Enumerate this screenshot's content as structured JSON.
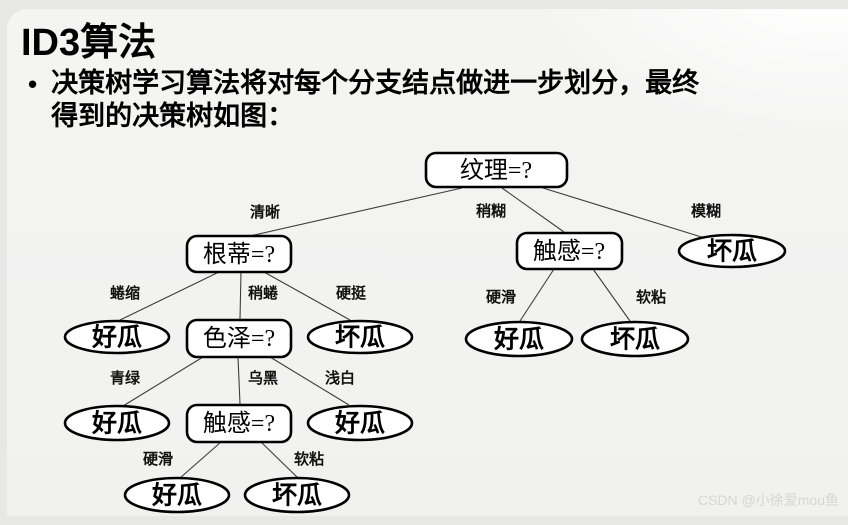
{
  "slide": {
    "title": "ID3算法",
    "bullet": {
      "marker": "•",
      "line1": "决策树学习算法将对每个分支结点做进一步划分，最终",
      "line2": "得到的决策树如图："
    },
    "watermark": "CSDN @小徐爱mou鱼"
  },
  "colors": {
    "background": "#f1f1f0",
    "outer_corner": "#e7e7e5",
    "text": "#000000",
    "node_fill": "#ffffff",
    "node_stroke": "#000000",
    "edge_stroke": "#3d3d3d",
    "watermark": "#d5d5d2"
  },
  "tree": {
    "nodes": [
      {
        "id": "texture",
        "type": "decision",
        "label": "纹理=?"
      },
      {
        "id": "root-stem",
        "type": "decision",
        "label": "根蒂=?"
      },
      {
        "id": "touch-right",
        "type": "decision",
        "label": "触感=?"
      },
      {
        "id": "bad-blur",
        "type": "leaf",
        "label": "坏瓜"
      },
      {
        "id": "good-curl",
        "type": "leaf",
        "label": "好瓜"
      },
      {
        "id": "color",
        "type": "decision",
        "label": "色泽=?"
      },
      {
        "id": "bad-stiff",
        "type": "leaf",
        "label": "坏瓜"
      },
      {
        "id": "good-hardsmooth-r",
        "type": "leaf",
        "label": "好瓜"
      },
      {
        "id": "bad-softsticky-r",
        "type": "leaf",
        "label": "坏瓜"
      },
      {
        "id": "good-green",
        "type": "leaf",
        "label": "好瓜"
      },
      {
        "id": "touch-left",
        "type": "decision",
        "label": "触感=?"
      },
      {
        "id": "good-lightwhite",
        "type": "leaf",
        "label": "好瓜"
      },
      {
        "id": "good-hardsmooth-b",
        "type": "leaf",
        "label": "好瓜"
      },
      {
        "id": "bad-softsticky-b",
        "type": "leaf",
        "label": "坏瓜"
      }
    ],
    "edges": [
      {
        "from": "texture",
        "to": "root-stem",
        "label": "清晰"
      },
      {
        "from": "texture",
        "to": "touch-right",
        "label": "稍糊"
      },
      {
        "from": "texture",
        "to": "bad-blur",
        "label": "模糊"
      },
      {
        "from": "root-stem",
        "to": "good-curl",
        "label": "蜷缩"
      },
      {
        "from": "root-stem",
        "to": "color",
        "label": "稍蜷"
      },
      {
        "from": "root-stem",
        "to": "bad-stiff",
        "label": "硬挺"
      },
      {
        "from": "touch-right",
        "to": "good-hardsmooth-r",
        "label": "硬滑"
      },
      {
        "from": "touch-right",
        "to": "bad-softsticky-r",
        "label": "软粘"
      },
      {
        "from": "color",
        "to": "good-green",
        "label": "青绿"
      },
      {
        "from": "color",
        "to": "touch-left",
        "label": "乌黑"
      },
      {
        "from": "color",
        "to": "good-lightwhite",
        "label": "浅白"
      },
      {
        "from": "touch-left",
        "to": "good-hardsmooth-b",
        "label": "硬滑"
      },
      {
        "from": "touch-left",
        "to": "bad-softsticky-b",
        "label": "软粘"
      }
    ]
  }
}
